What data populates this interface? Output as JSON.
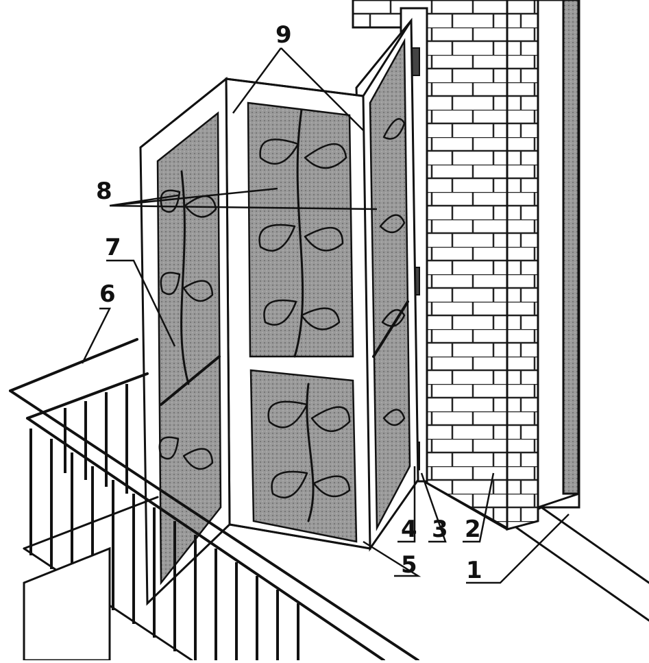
{
  "callouts": [
    {
      "id": "1",
      "text": "1"
    },
    {
      "id": "2",
      "text": "2"
    },
    {
      "id": "3",
      "text": "3"
    },
    {
      "id": "4",
      "text": "4"
    },
    {
      "id": "5",
      "text": "5"
    },
    {
      "id": "6",
      "text": "6"
    },
    {
      "id": "7",
      "text": "7"
    },
    {
      "id": "8",
      "text": "8"
    },
    {
      "id": "9",
      "text": "9"
    }
  ],
  "colors": {
    "ink": "#111111",
    "glass_tint": "#8a8a8a",
    "background": "#ffffff"
  }
}
